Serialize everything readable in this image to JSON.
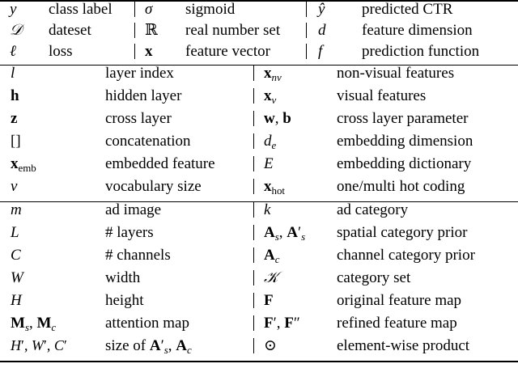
{
  "table": {
    "name": "notation-table",
    "sections": [
      {
        "id": "section-basic",
        "columns": 3,
        "rows": [
          [
            {
              "symbol": "y",
              "desc": "class label"
            },
            {
              "symbol": "σ",
              "desc": "sigmoid"
            },
            {
              "symbol": "ŷ",
              "desc": "predicted CTR"
            }
          ],
          [
            {
              "symbol": "D",
              "desc": "dateset"
            },
            {
              "symbol": "ℝ",
              "desc": "real number set"
            },
            {
              "symbol": "d",
              "desc": "feature dimension"
            }
          ],
          [
            {
              "symbol": "ℓ",
              "desc": "loss"
            },
            {
              "symbol": "x",
              "desc": "feature vector"
            },
            {
              "symbol": "f",
              "desc": "prediction function"
            }
          ]
        ]
      },
      {
        "id": "section-network",
        "columns": 2,
        "rows": [
          [
            {
              "symbol": "l",
              "desc": "layer index"
            },
            {
              "symbol": "x_nv",
              "desc": "non-visual features"
            }
          ],
          [
            {
              "symbol": "h",
              "desc": "hidden layer"
            },
            {
              "symbol": "x_v",
              "desc": "visual features"
            }
          ],
          [
            {
              "symbol": "z",
              "desc": "cross layer"
            },
            {
              "symbol": "w, b",
              "desc": "cross layer parameter"
            }
          ],
          [
            {
              "symbol": "[]",
              "desc": "concatenation"
            },
            {
              "symbol": "d_e",
              "desc": "embedding dimension"
            }
          ],
          [
            {
              "symbol": "x_emb",
              "desc": "embedded feature"
            },
            {
              "symbol": "E",
              "desc": "embedding dictionary"
            }
          ],
          [
            {
              "symbol": "v",
              "desc": "vocabulary size"
            },
            {
              "symbol": "x_hot",
              "desc": "one/multi hot coding"
            }
          ]
        ]
      },
      {
        "id": "section-visual",
        "columns": 2,
        "rows": [
          [
            {
              "symbol": "m",
              "desc": "ad image"
            },
            {
              "symbol": "k",
              "desc": "ad category"
            }
          ],
          [
            {
              "symbol": "L",
              "desc": "# layers"
            },
            {
              "symbol": "A_s, A_s'",
              "desc": "spatial category prior"
            }
          ],
          [
            {
              "symbol": "C",
              "desc": "# channels"
            },
            {
              "symbol": "A_c",
              "desc": "channel category prior"
            }
          ],
          [
            {
              "symbol": "W",
              "desc": "width"
            },
            {
              "symbol": "K",
              "desc": "category set"
            }
          ],
          [
            {
              "symbol": "H",
              "desc": "height"
            },
            {
              "symbol": "F",
              "desc": "original feature map"
            }
          ],
          [
            {
              "symbol": "M_s, M_c",
              "desc": "attention map"
            },
            {
              "symbol": "F', F''",
              "desc": "refined feature map"
            }
          ],
          [
            {
              "symbol": "H', W', C'",
              "desc": "size of A_s', A_c"
            },
            {
              "symbol": "⊙",
              "desc": "element-wise product"
            }
          ]
        ]
      }
    ]
  },
  "colors": {
    "rule": "#000000",
    "text": "#000000",
    "background": "#ffffff"
  }
}
